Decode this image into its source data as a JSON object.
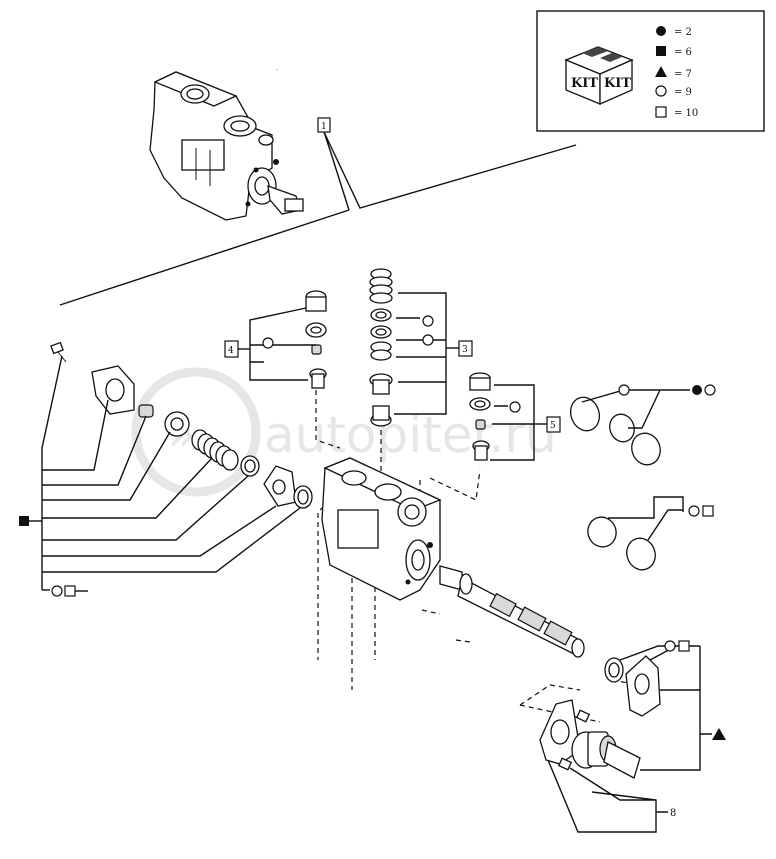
{
  "legend": {
    "kit_label": "KIT",
    "items": [
      {
        "symbol": "filled-circle",
        "text": "= 2"
      },
      {
        "symbol": "filled-square",
        "text": "= 6"
      },
      {
        "symbol": "filled-triangle",
        "text": "= 7"
      },
      {
        "symbol": "open-circle",
        "text": "= 9"
      },
      {
        "symbol": "open-square",
        "text": "= 10"
      }
    ]
  },
  "watermark": "autopiter.ru",
  "callouts": {
    "top_ref": "1",
    "left_ref": "4",
    "center_ref": "3",
    "right_ref": "5",
    "bottom_number": "8"
  }
}
